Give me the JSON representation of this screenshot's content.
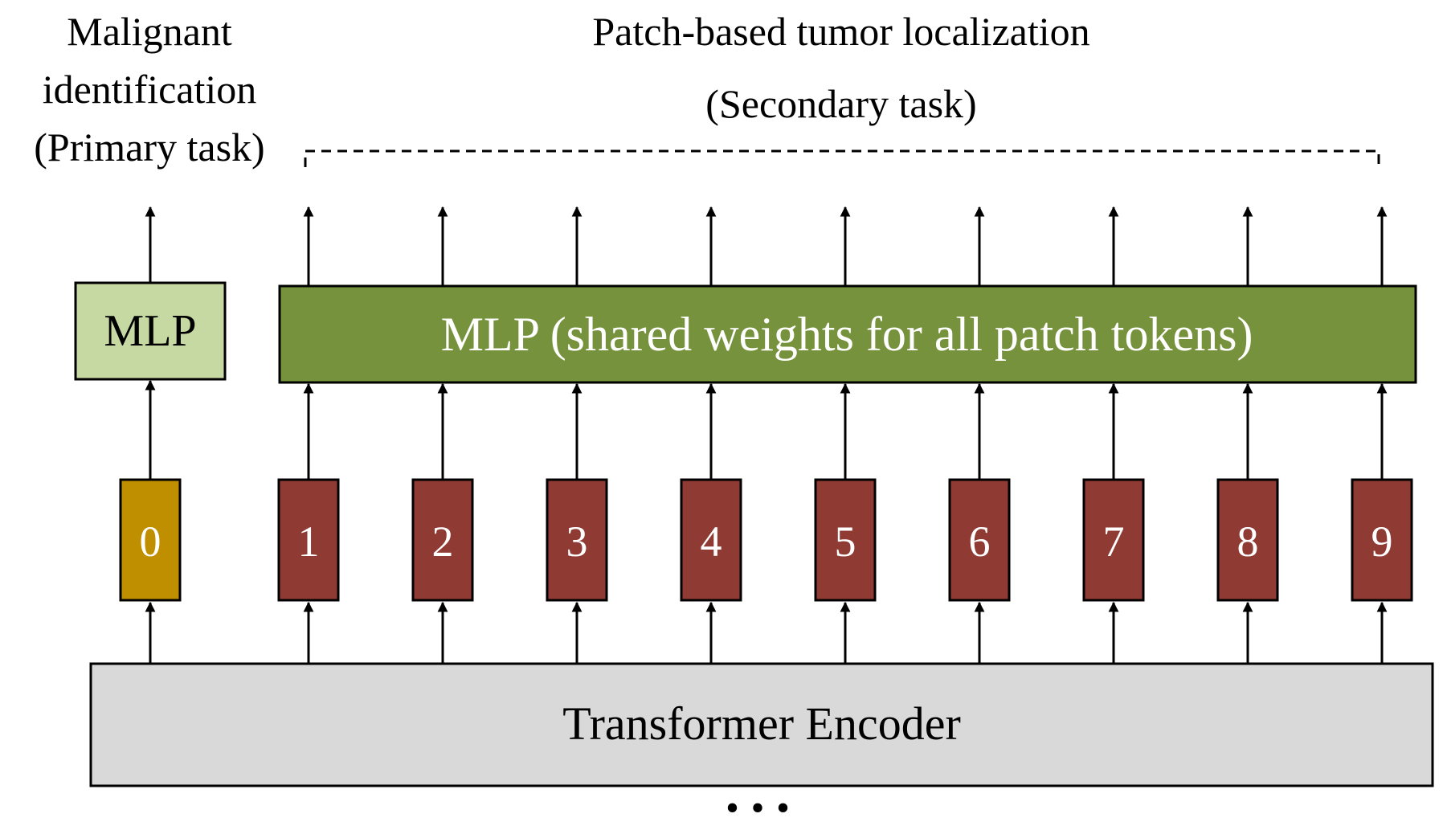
{
  "primary": {
    "lines": [
      "Malignant",
      "identification",
      "(Primary task)"
    ]
  },
  "secondary": {
    "lines": [
      "Patch-based tumor localization",
      "(Secondary task)"
    ]
  },
  "mlp_primary": {
    "label": "MLP"
  },
  "mlp_shared": {
    "label": "MLP (shared weights for all patch tokens)"
  },
  "encoder": {
    "label": "Transformer Encoder"
  },
  "ellipsis": "...",
  "tokens": [
    "0",
    "1",
    "2",
    "3",
    "4",
    "5",
    "6",
    "7",
    "8",
    "9"
  ],
  "colors": {
    "cls_token": "#c08f00",
    "patch_token": "#8f3a33",
    "mlp_primary": "#c6d9a3",
    "mlp_shared": "#76923c",
    "encoder": "#d9d9d9",
    "stroke": "#000000"
  }
}
